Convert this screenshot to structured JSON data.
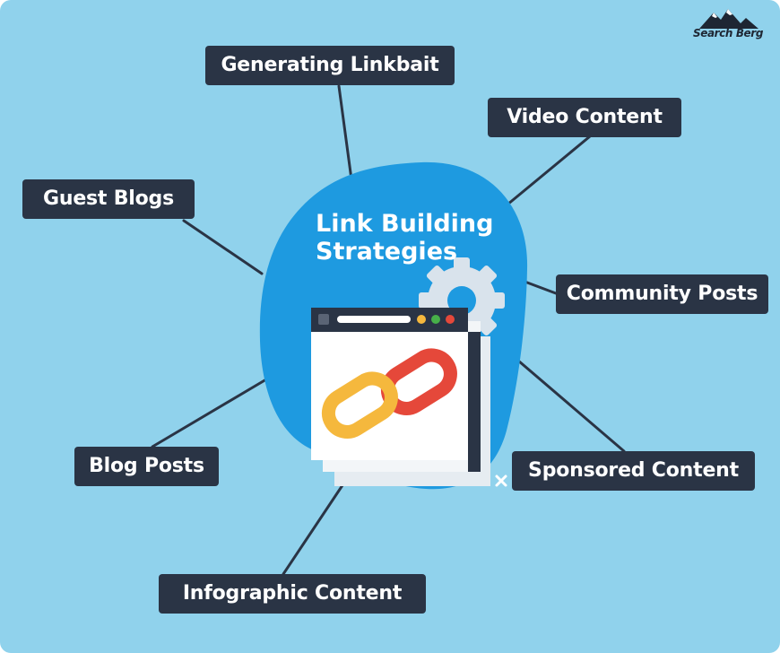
{
  "brand": {
    "name": "Search Berg",
    "icon": "mountain-logo-icon"
  },
  "hub": {
    "title_line1": "Link Building",
    "title_line2": "Strategies",
    "icon": "chain-link-icon"
  },
  "nodes": [
    {
      "id": "linkbait",
      "label": "Generating Linkbait"
    },
    {
      "id": "video",
      "label": "Video Content"
    },
    {
      "id": "guest",
      "label": "Guest Blogs"
    },
    {
      "id": "community",
      "label": "Community Posts"
    },
    {
      "id": "blog",
      "label": "Blog Posts"
    },
    {
      "id": "sponsored",
      "label": "Sponsored Content"
    },
    {
      "id": "infographic",
      "label": "Infographic Content"
    }
  ],
  "colors": {
    "background": "#90d2ec",
    "hub": "#1e9ae0",
    "label_bg": "#2a3445",
    "connector": "#2a3445",
    "chain_orange": "#f5b83d",
    "chain_red": "#e5483a"
  }
}
